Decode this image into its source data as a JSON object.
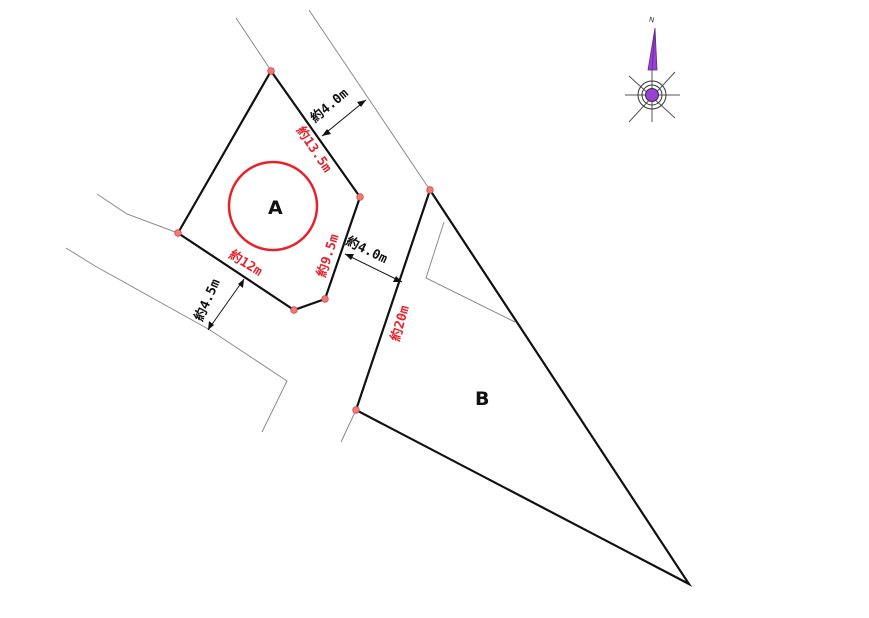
{
  "lots": [
    {
      "id": "A",
      "label": "A"
    },
    {
      "id": "B",
      "label": "B"
    }
  ],
  "dimensions": {
    "road_north": "約4.0m",
    "road_middle": "約4.0m",
    "road_west": "約4.5m",
    "lot_a_ne_side": "約13.5m",
    "lot_a_south_side": "約12m",
    "lot_a_east_side": "約9.5m",
    "lot_b_west_side": "約20m"
  },
  "compass": {
    "north_label": "N",
    "icon": "north-arrow-icon"
  },
  "colors": {
    "boundary": "#111111",
    "dimension_red": "#e8222b",
    "highlight_circle": "#e8222b",
    "vertex_marker": "#f07a7a",
    "compass_needle": "#9b3fd6"
  }
}
